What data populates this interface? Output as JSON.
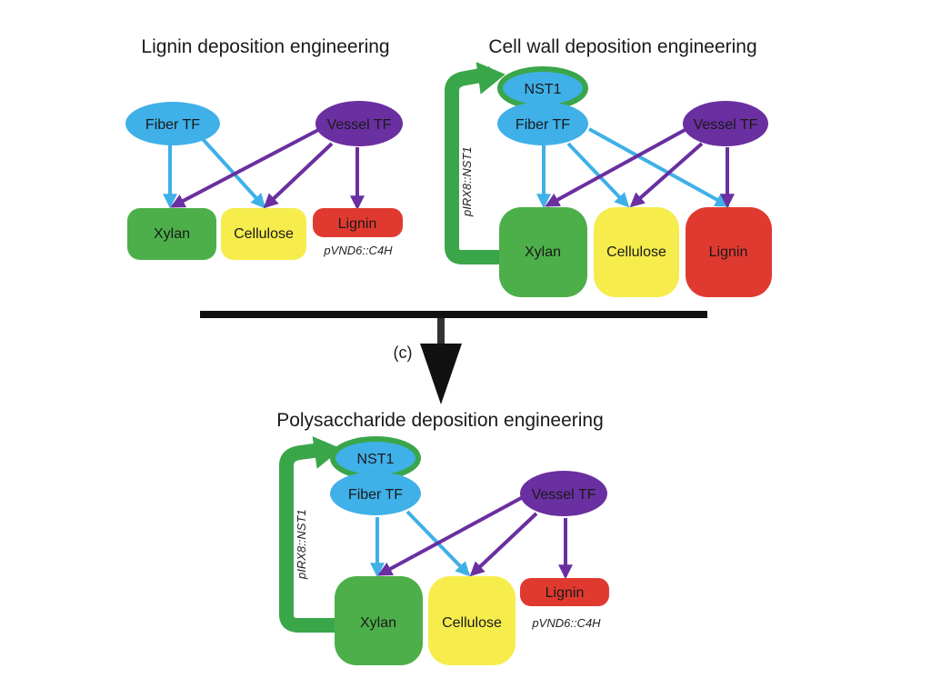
{
  "colors": {
    "fiber": "#3fb0e8",
    "vessel": "#6a2fa0",
    "xylan": "#4daf4a",
    "cellulose": "#f6ec4c",
    "lignin": "#e03a30",
    "loop": "#3aa64a",
    "black": "#111111"
  },
  "panels": {
    "lignin": {
      "title": "Lignin deposition engineering",
      "fiber_tf": "Fiber TF",
      "vessel_tf": "Vessel TF",
      "xylan": "Xylan",
      "cellulose": "Cellulose",
      "lignin": "Lignin",
      "promoter": "pVND6::C4H"
    },
    "cellwall": {
      "title": "Cell wall deposition engineering",
      "nst1": "NST1",
      "fiber_tf": "Fiber TF",
      "vessel_tf": "Vessel TF",
      "xylan": "Xylan",
      "cellulose": "Cellulose",
      "lignin": "Lignin",
      "loop_promoter": "pIRX8::NST1"
    },
    "polysaccharide": {
      "title": "Polysaccharide deposition engineering",
      "nst1": "NST1",
      "fiber_tf": "Fiber TF",
      "vessel_tf": "Vessel TF",
      "xylan": "Xylan",
      "cellulose": "Cellulose",
      "lignin": "Lignin",
      "promoter": "pVND6::C4H",
      "loop_promoter": "pIRX8::NST1"
    }
  },
  "merge": {
    "label": "(c)"
  }
}
